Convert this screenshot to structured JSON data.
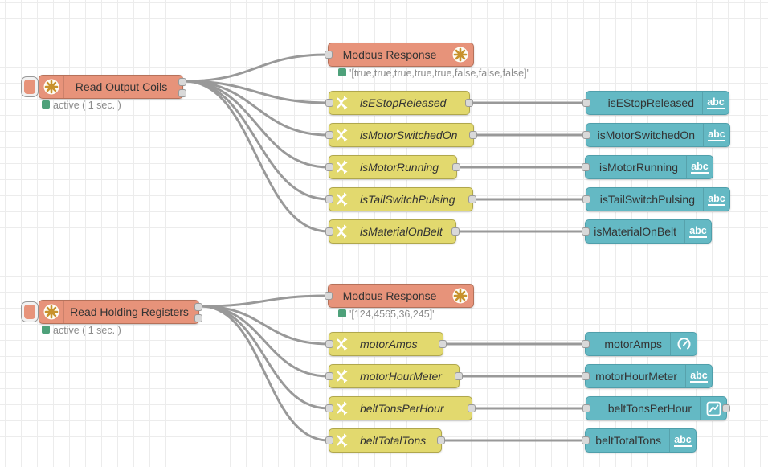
{
  "colors": {
    "modbus_node": "#e7937a",
    "change_node": "#e2d96e",
    "ui_node": "#64b9c4",
    "wire": "#999999",
    "status_dot_green": "#4ea17a",
    "grid_line": "#ececec"
  },
  "icons": {
    "trigger_icon": "modbus-asterisk-icon",
    "change_icon": "shuffle-icon",
    "abc_label": "abc",
    "gauge_icon": "gauge-icon",
    "chart_icon": "line-chart-icon"
  },
  "flow1": {
    "trigger": {
      "label": "Read Output Coils",
      "status": "active ( 1 sec. )"
    },
    "response": {
      "label": "Modbus Response",
      "status": "'[true,true,true,true,true,false,false,false]'"
    },
    "changes": [
      {
        "label": "isEStopReleased"
      },
      {
        "label": "isMotorSwitchedOn"
      },
      {
        "label": "isMotorRunning"
      },
      {
        "label": "isTailSwitchPulsing"
      },
      {
        "label": "isMaterialOnBelt"
      }
    ],
    "widgets": [
      {
        "label": "isEStopReleased",
        "icon": "text"
      },
      {
        "label": "isMotorSwitchedOn",
        "icon": "text"
      },
      {
        "label": "isMotorRunning",
        "icon": "text"
      },
      {
        "label": "isTailSwitchPulsing",
        "icon": "text"
      },
      {
        "label": "isMaterialOnBelt",
        "icon": "text"
      }
    ]
  },
  "flow2": {
    "trigger": {
      "label": "Read Holding Registers",
      "status": "active ( 1 sec. )"
    },
    "response": {
      "label": "Modbus Response",
      "status": "'[124,4565,36,245]'"
    },
    "changes": [
      {
        "label": "motorAmps"
      },
      {
        "label": "motorHourMeter"
      },
      {
        "label": "beltTonsPerHour"
      },
      {
        "label": "beltTotalTons"
      }
    ],
    "widgets": [
      {
        "label": "motorAmps",
        "icon": "gauge"
      },
      {
        "label": "motorHourMeter",
        "icon": "text"
      },
      {
        "label": "beltTonsPerHour",
        "icon": "chart"
      },
      {
        "label": "beltTotalTons",
        "icon": "text"
      }
    ]
  }
}
